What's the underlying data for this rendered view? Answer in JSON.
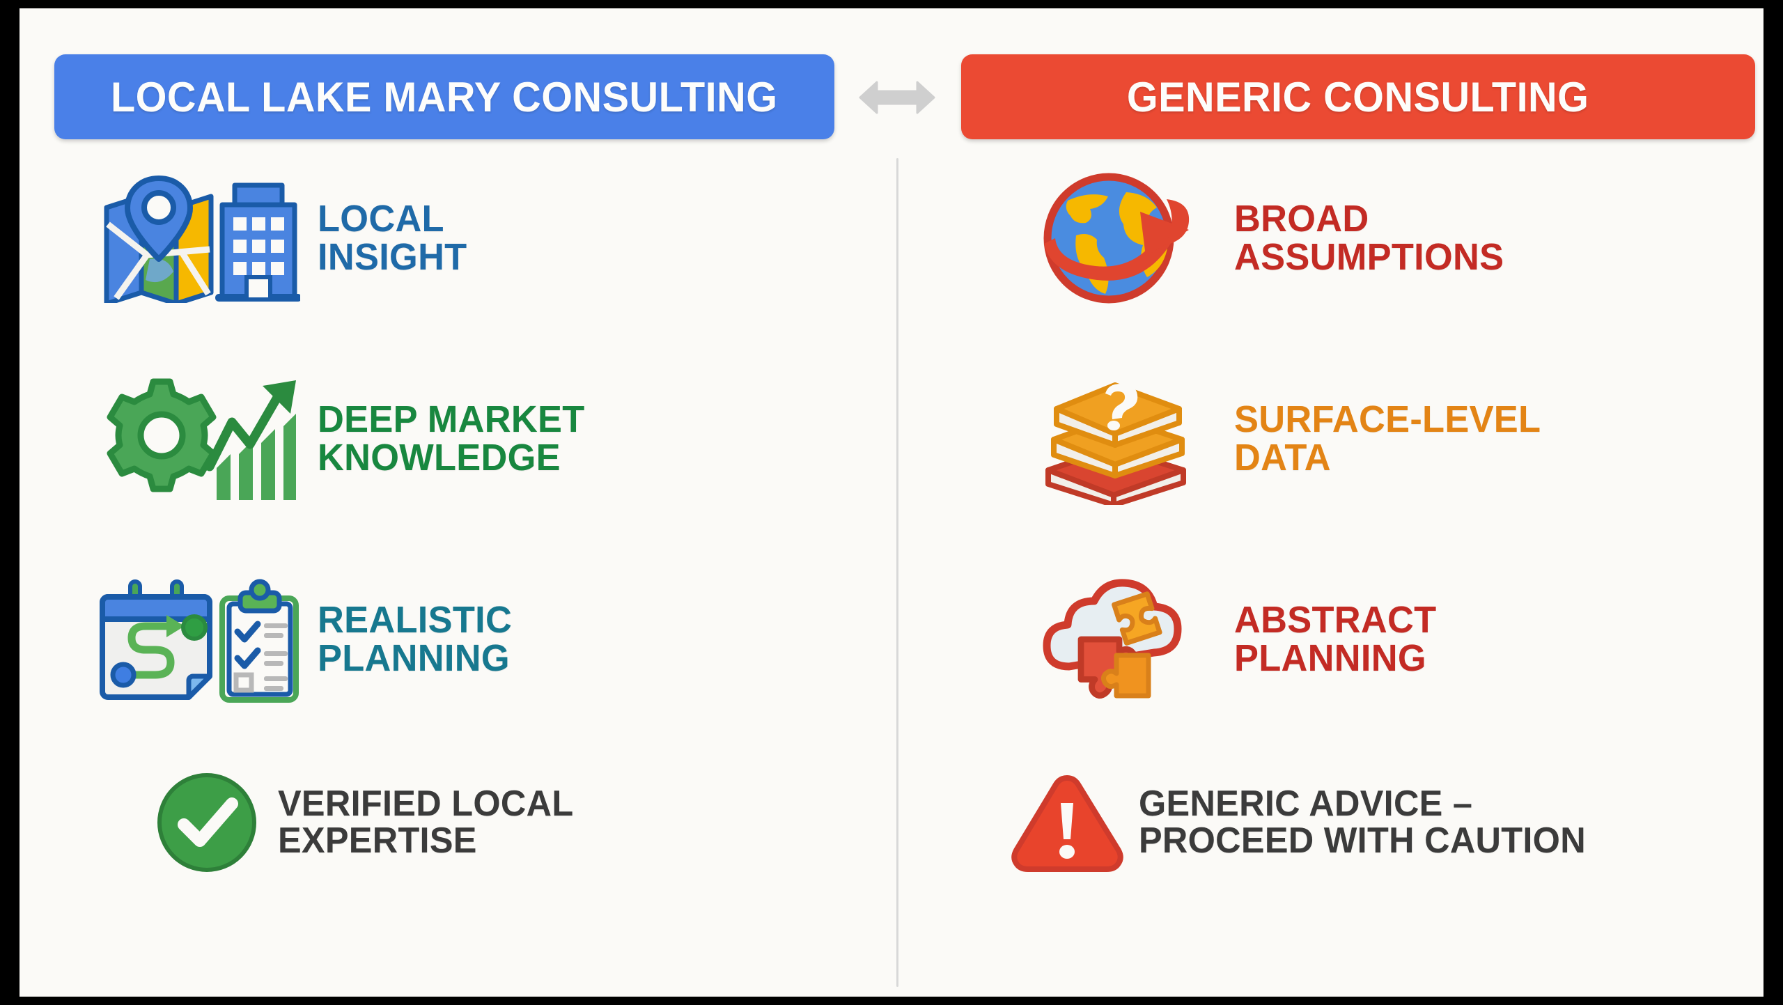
{
  "theme": {
    "background": "#fbfaf7",
    "frame": "#000000",
    "divider": "#d8d8d8",
    "blue_banner": "#4a80e8",
    "red_banner": "#eb4a33",
    "arrow_gray": "#cfcfcf"
  },
  "header": {
    "left_title": "LOCAL LAKE MARY CONSULTING",
    "right_title": "GENERIC CONSULTING",
    "compare_icon": "double-arrow-horizontal-icon"
  },
  "left_column": {
    "rows": [
      {
        "icon": "map-pin-building-icon",
        "label": "LOCAL\nINSIGHT",
        "color": "#1f6aa8"
      },
      {
        "icon": "gear-growth-chart-icon",
        "label": "DEEP MARKET\nKNOWLEDGE",
        "color": "#18873f"
      },
      {
        "icon": "calendar-clipboard-icon",
        "label": "REALISTIC\nPLANNING",
        "color": "#17788f"
      }
    ],
    "footer": {
      "icon": "check-circle-icon",
      "label": "VERIFIED LOCAL\nEXPERTISE",
      "color": "#3b3b3b"
    }
  },
  "right_column": {
    "rows": [
      {
        "icon": "globe-arrow-icon",
        "label": "BROAD\nASSUMPTIONS",
        "color": "#c32b24"
      },
      {
        "icon": "books-question-icon",
        "label": "SURFACE-LEVEL\nDATA",
        "color": "#e38415"
      },
      {
        "icon": "cloud-puzzle-icon",
        "label": "ABSTRACT\nPLANNING",
        "color": "#c32b24"
      }
    ],
    "footer": {
      "icon": "warning-triangle-icon",
      "label": "GENERIC ADVICE –\nPROCEED WITH CAUTION",
      "color": "#3b3b3b"
    }
  }
}
